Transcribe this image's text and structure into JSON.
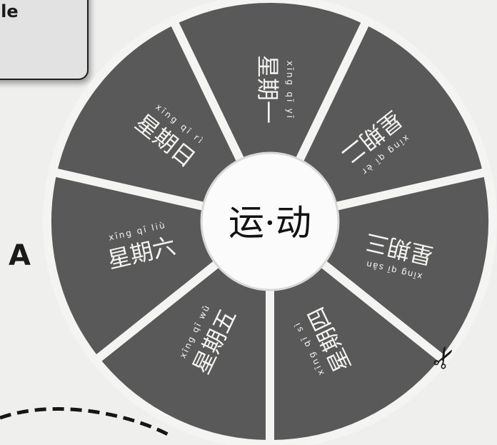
{
  "tab_label": "ule",
  "side_letter": "A",
  "center_label": "运·动",
  "scissors_icon": "scissors-icon",
  "colors": {
    "segment": "#595959",
    "divider": "#f4f4f2",
    "center": "#fbfbfb",
    "background": "#efefed"
  },
  "segments": [
    {
      "pinyin": "xīng qī yī",
      "hanzi": "星期一"
    },
    {
      "pinyin": "xīng qī èr",
      "hanzi": "星期二"
    },
    {
      "pinyin": "xīng qī sān",
      "hanzi": "星期三"
    },
    {
      "pinyin": "xīng qī sì",
      "hanzi": "星期四"
    },
    {
      "pinyin": "xīng qī wǔ",
      "hanzi": "星期五"
    },
    {
      "pinyin": "xīng qī liù",
      "hanzi": "星期六"
    },
    {
      "pinyin": "xīng qī rì",
      "hanzi": "星期日"
    }
  ]
}
